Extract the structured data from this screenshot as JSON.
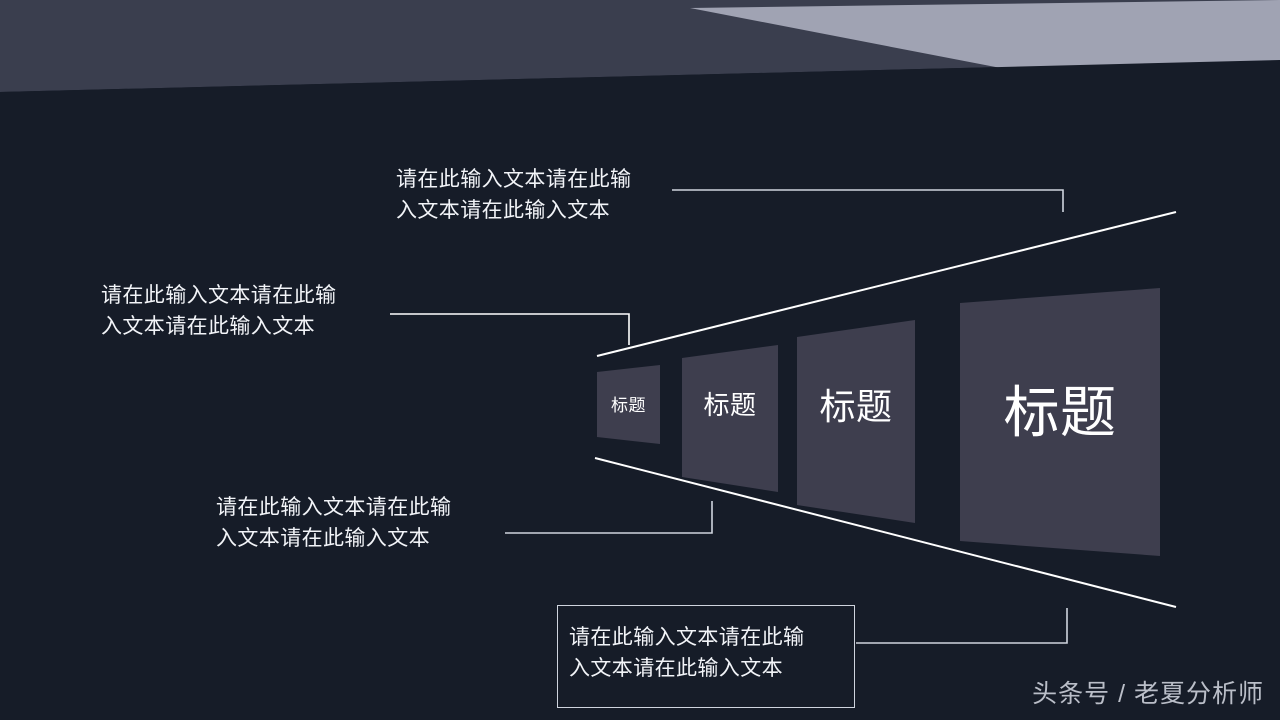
{
  "slide": {
    "background_color": "#161c28",
    "accent_line_color": "#ffffff",
    "panel_fill_color": "#3e3e4e",
    "deco_light_color": "#a0a3b3",
    "deco_mid_color": "#3a3e4e"
  },
  "funnel": {
    "panels": [
      {
        "label": "标题",
        "index": 1
      },
      {
        "label": "标题",
        "index": 2
      },
      {
        "label": "标题",
        "index": 3
      },
      {
        "label": "标题",
        "index": 4
      }
    ]
  },
  "callouts": [
    {
      "text": "请在此输入文本请在此输\n入文本请在此输入文本",
      "position": "top"
    },
    {
      "text": "请在此输入文本请在此输\n入文本请在此输入文本",
      "position": "upper-left"
    },
    {
      "text": "请在此输入文本请在此输\n入文本请在此输入文本",
      "position": "lower-left"
    },
    {
      "text": "请在此输入文本请在此输\n入文本请在此输入文本",
      "position": "bottom-boxed"
    }
  ],
  "watermark": {
    "text": "头条号 / 老夏分析师"
  }
}
